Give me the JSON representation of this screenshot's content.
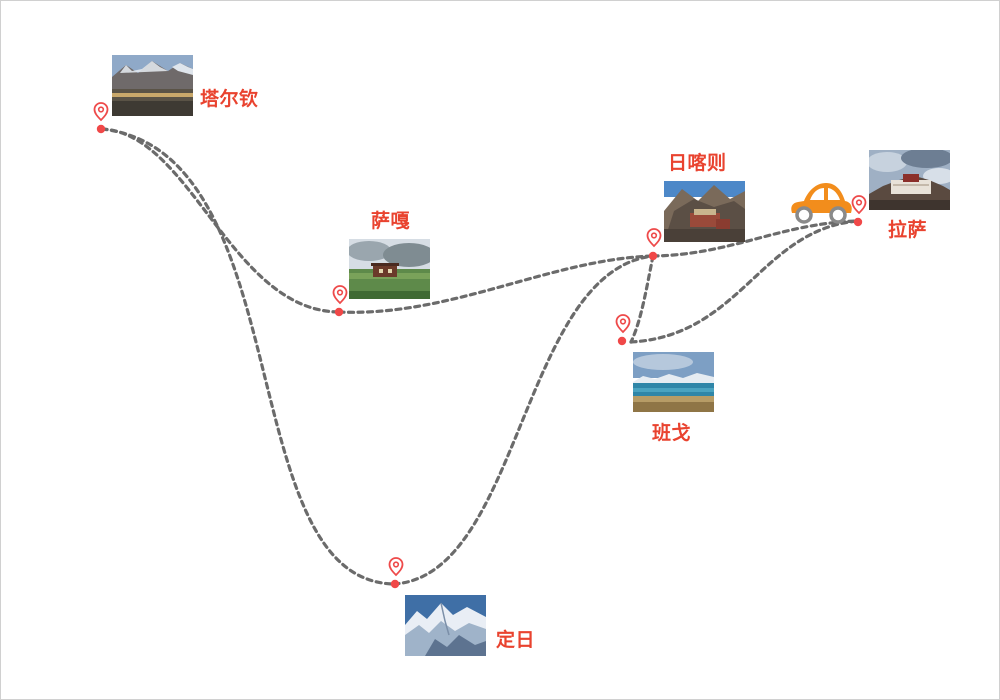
{
  "colors": {
    "route": "#6b6b6b",
    "label": "#e9432f",
    "pin": "#ee4a4a",
    "dot": "#f04848",
    "car_body": "#f28d1c",
    "car_window": "#ffffff",
    "wheel": "#8a8a8a"
  },
  "places": [
    {
      "id": "taerqin",
      "name": "塔尔钦"
    },
    {
      "id": "saga",
      "name": "萨嘎"
    },
    {
      "id": "rikaze",
      "name": "日喀则"
    },
    {
      "id": "lasa",
      "name": "拉萨"
    },
    {
      "id": "bange",
      "name": "班戈"
    },
    {
      "id": "dingri",
      "name": "定日"
    }
  ],
  "routes": [
    {
      "from": "塔尔钦",
      "to": "萨嘎"
    },
    {
      "from": "萨嘎",
      "to": "日喀则"
    },
    {
      "from": "日喀则",
      "to": "拉萨"
    },
    {
      "from": "塔尔钦",
      "to": "定日"
    },
    {
      "from": "定日",
      "to": "日喀则"
    },
    {
      "from": "日喀则",
      "to": "班戈"
    },
    {
      "from": "班戈",
      "to": "拉萨"
    }
  ],
  "icons": {
    "pin": "location-pin-icon",
    "dot": "waypoint-dot",
    "vehicle": "car-icon"
  }
}
